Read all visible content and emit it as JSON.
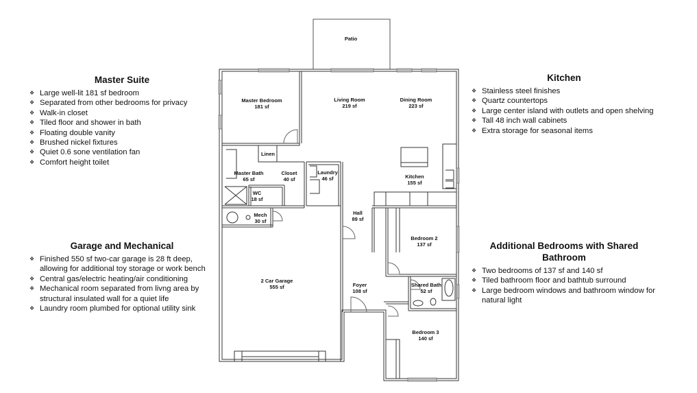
{
  "sections": {
    "master_suite": {
      "title": "Master Suite",
      "items": [
        "Large well-lit 181 sf bedroom",
        "Separated from other bedrooms for privacy",
        "Walk-in closet",
        "Tiled floor and shower in bath",
        "Floating double vanity",
        "Brushed nickel fixtures",
        "Quiet 0.6 sone ventilation fan",
        "Comfort height toilet"
      ]
    },
    "garage_mechanical": {
      "title": "Garage and Mechanical",
      "items": [
        "Finished 550 sf two-car garage is 28 ft deep, allowing for additional toy storage or work bench",
        "Central gas/electric heating/air conditioning",
        "Mechanical room separated from livng area by structural insulated wall for a quiet life",
        "Laundry room plumbed for optional utility sink"
      ]
    },
    "kitchen": {
      "title": "Kitchen",
      "items": [
        "Stainless steel finishes",
        "Quartz countertops",
        "Large center island with outlets and open shelving",
        "Tall 48 inch wall cabinets",
        "Extra storage for seasonal items"
      ]
    },
    "additional_bedrooms": {
      "title": "Additional Bedrooms with Shared Bathroom",
      "items": [
        "Two bedrooms of 137 sf and 140 sf",
        "Tiled bathroom floor and bathtub surround",
        "Large bedroom windows and bathroom window for natural light"
      ]
    }
  },
  "bullet_icon": "❖",
  "floor_plan": {
    "rooms": {
      "patio": {
        "name": "Patio",
        "area": ""
      },
      "master_bedroom": {
        "name": "Master Bedroom",
        "area": "181 sf"
      },
      "living_room": {
        "name": "Living Room",
        "area": "219 sf"
      },
      "dining_room": {
        "name": "Dining Room",
        "area": "223 sf"
      },
      "linen": {
        "name": "Linen",
        "area": ""
      },
      "master_bath": {
        "name": "Master Bath",
        "area": "65 sf"
      },
      "closet": {
        "name": "Closet",
        "area": "40 sf"
      },
      "laundry": {
        "name": "Laundry",
        "area": "46 sf"
      },
      "kitchen": {
        "name": "Kitchen",
        "area": "155 sf"
      },
      "wc": {
        "name": "WC",
        "area": "18 sf"
      },
      "mech": {
        "name": "Mech",
        "area": "30 sf"
      },
      "hall": {
        "name": "Hall",
        "area": "89 sf"
      },
      "bedroom_2": {
        "name": "Bedroom 2",
        "area": "137 sf"
      },
      "garage": {
        "name": "2 Car Garage",
        "area": "555 sf"
      },
      "foyer": {
        "name": "Foyer",
        "area": "108 sf"
      },
      "shared_bath": {
        "name": "Shared Bath",
        "area": "52 sf"
      },
      "bedroom_3": {
        "name": "Bedroom 3",
        "area": "140 sf"
      }
    }
  }
}
